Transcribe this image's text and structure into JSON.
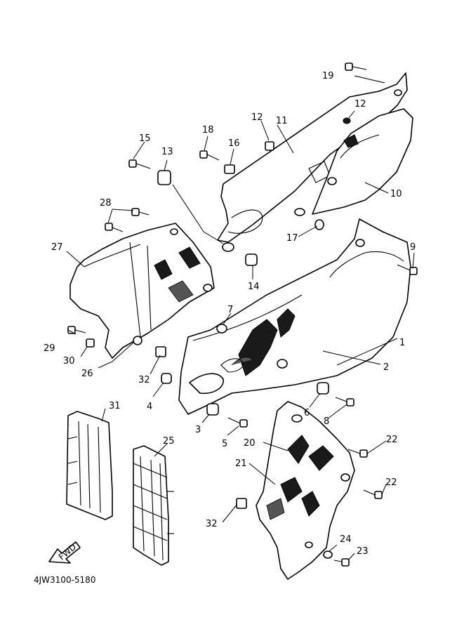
{
  "diagram_code": "4JW3100-5180",
  "fwd_label": "FWD",
  "callouts": {
    "c1": "1",
    "c2": "2",
    "c3": "3",
    "c4": "4",
    "c5": "5",
    "c6": "6",
    "c7": "7",
    "c8": "8",
    "c9": "9",
    "c10": "10",
    "c11": "11",
    "c12a": "12",
    "c12b": "12",
    "c13": "13",
    "c14": "14",
    "c15": "15",
    "c16": "16",
    "c17": "17",
    "c18": "18",
    "c19": "19",
    "c20": "20",
    "c21": "21",
    "c22a": "22",
    "c22b": "22",
    "c23": "23",
    "c24": "24",
    "c25": "25",
    "c26": "26",
    "c27": "27",
    "c28": "28",
    "c29": "29",
    "c30": "30",
    "c31": "31",
    "c32a": "32",
    "c32b": "32"
  }
}
